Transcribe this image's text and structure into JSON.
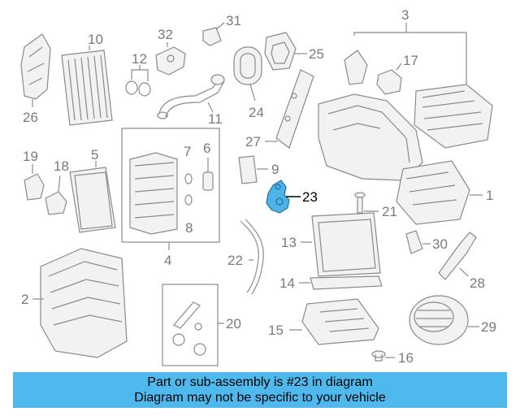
{
  "banner": {
    "line1": "Part or sub-assembly is #23 in diagram",
    "line2": "Diagram may not be specific to your vehicle",
    "background": "#4fb8ec"
  },
  "highlight": {
    "part": "23",
    "color": "#4fb3e8"
  },
  "callouts": {
    "c1": "1",
    "c2": "2",
    "c3": "3",
    "c4": "4",
    "c5": "5",
    "c6": "6",
    "c7": "7",
    "c8": "8",
    "c9": "9",
    "c10": "10",
    "c11": "11",
    "c12": "12",
    "c13": "13",
    "c14": "14",
    "c15": "15",
    "c16": "16",
    "c17": "17",
    "c18": "18",
    "c19": "19",
    "c20": "20",
    "c21": "21",
    "c22": "22",
    "c23": "23",
    "c24": "24",
    "c25": "25",
    "c26": "26",
    "c27": "27",
    "c28": "28",
    "c29": "29",
    "c30": "30",
    "c31": "31",
    "c32": "32"
  }
}
